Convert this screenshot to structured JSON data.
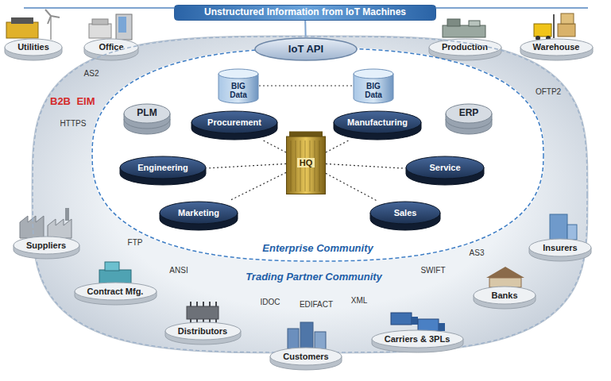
{
  "diagram": {
    "nodes": [
      {
        "text": [
          "Unstructured Information from IoT Machines"
        ]
      },
      {
        "text": [
          "Utilities"
        ]
      },
      {
        "text": [
          "Office"
        ]
      },
      {
        "text": [
          "Production"
        ]
      },
      {
        "text": [
          "Warehouse"
        ]
      },
      {
        "text": [
          "Trading Partner Community"
        ]
      },
      {
        "text": [
          "Enterprise Community"
        ],
        "in": 5
      },
      {
        "text": [
          "IoT API"
        ],
        "in": 5
      },
      {
        "text": [
          "BIG Data"
        ],
        "in": 6
      },
      {
        "text": [
          "BIG Data"
        ],
        "in": 6
      },
      {
        "text": [
          "PLM"
        ],
        "in": 6
      },
      {
        "text": [
          "Procurement"
        ],
        "in": 6
      },
      {
        "text": [
          "Manufacturing"
        ],
        "in": 6
      },
      {
        "text": [
          "ERP"
        ],
        "in": 6
      },
      {
        "text": [
          "Engineering"
        ],
        "in": 6
      },
      {
        "text": [
          "HQ"
        ],
        "in": 6
      },
      {
        "text": [
          "Service"
        ],
        "in": 6
      },
      {
        "text": [
          "Marketing"
        ],
        "in": 6
      },
      {
        "text": [
          "Sales"
        ],
        "in": 6
      },
      {
        "text": [
          "Suppliers"
        ],
        "in": 5
      },
      {
        "text": [
          "Contract Mfg."
        ],
        "in": 5
      },
      {
        "text": [
          "Distributors"
        ],
        "in": 5
      },
      {
        "text": [
          "Customers"
        ],
        "in": 5
      },
      {
        "text": [
          "Carriers & 3PLs"
        ],
        "in": 5
      },
      {
        "text": [
          "Banks"
        ],
        "in": 5
      },
      {
        "text": [
          "Insurers"
        ],
        "in": 5
      }
    ],
    "edges": [
      {
        "from": 0,
        "to": 7,
        "arrow": "none"
      },
      {
        "from": 8,
        "to": 9,
        "arrow": "none"
      },
      {
        "from": 15,
        "to": 11,
        "arrow": "none"
      },
      {
        "from": 15,
        "to": 12,
        "arrow": "none"
      },
      {
        "from": 15,
        "to": 14,
        "arrow": "none"
      },
      {
        "from": 15,
        "to": 16,
        "arrow": "none"
      },
      {
        "from": 15,
        "to": 17,
        "arrow": "none"
      },
      {
        "from": 15,
        "to": 18,
        "arrow": "none"
      }
    ],
    "labels": [
      "AS2",
      "B2B",
      "EIM",
      "HTTPS",
      "FTP",
      "ANSI",
      "IDOC",
      "EDIFACT",
      "XML",
      "SWIFT",
      "AS3",
      "OFTP2"
    ]
  }
}
